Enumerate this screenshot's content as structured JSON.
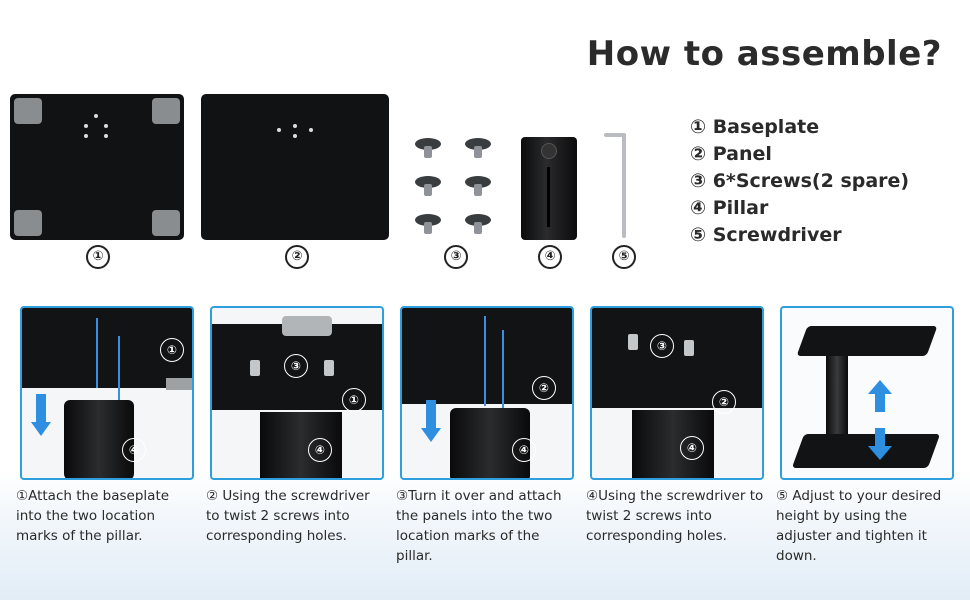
{
  "title": "How to assemble?",
  "parts": [
    {
      "marker": "①"
    },
    {
      "marker": "②"
    },
    {
      "marker": "③"
    },
    {
      "marker": "④"
    },
    {
      "marker": "⑤"
    }
  ],
  "legend": [
    "① Baseplate",
    "② Panel",
    "③ 6*Screws(2 spare)",
    "④ Pillar",
    "⑤ Screwdriver"
  ],
  "steps": [
    {
      "markers": [
        "①",
        "④"
      ],
      "text": "①Attach the baseplate into the two location marks of the pillar."
    },
    {
      "markers": [
        "③",
        "①",
        "④"
      ],
      "text": "② Using the screwdriver to twist 2 screws into corresponding holes."
    },
    {
      "markers": [
        "②",
        "④"
      ],
      "text": "③Turn it over and attach the panels into the two location marks of the pillar."
    },
    {
      "markers": [
        "③",
        "②",
        "④"
      ],
      "text": "④Using the screwdriver to twist 2 screws into corresponding holes."
    },
    {
      "markers": [],
      "text": "⑤ Adjust to your desired height by using the adjuster and tighten it down."
    }
  ],
  "colors": {
    "accent_blue": "#2e9fdc",
    "plate_black": "#111214",
    "title_text": "#2b2b2b"
  }
}
